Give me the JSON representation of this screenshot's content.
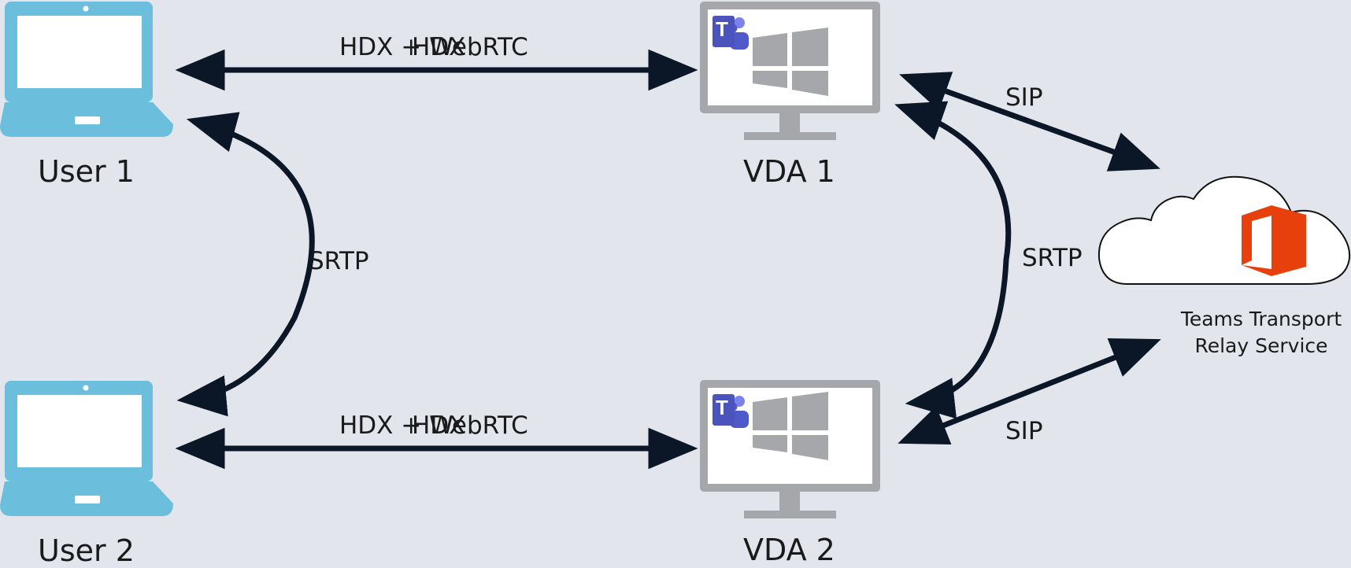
{
  "nodes": {
    "user1": {
      "label": "User 1"
    },
    "user2": {
      "label": "User 2"
    },
    "vda1": {
      "label": "VDA 1",
      "teams_badge": "T"
    },
    "vda2": {
      "label": "VDA 2",
      "teams_badge": "T"
    },
    "relay": {
      "label_line1": "Teams Transport",
      "label_line2": "Relay Service"
    }
  },
  "edges": {
    "user1_vda1": {
      "label": "HDX + WebRTC",
      "label_overlay": "HDX"
    },
    "user2_vda2": {
      "label": "HDX + WebRTC",
      "label_overlay": "HDX"
    },
    "user1_user2": {
      "label": "SRTP"
    },
    "vda1_vda2": {
      "label": "SRTP"
    },
    "vda1_relay": {
      "label": "SIP"
    },
    "vda2_relay": {
      "label": "SIP"
    }
  },
  "colors": {
    "background": "#e2e6ec",
    "laptop": "#6bbfdc",
    "monitor": "#a5a7aa",
    "arrow": "#0b1626",
    "teams": "#5059c9",
    "office": "#e8400c"
  },
  "icons": {
    "laptop": "laptop-icon",
    "monitor": "windows-monitor-icon",
    "teams": "teams-icon",
    "cloud": "cloud-icon",
    "office": "office-icon"
  }
}
